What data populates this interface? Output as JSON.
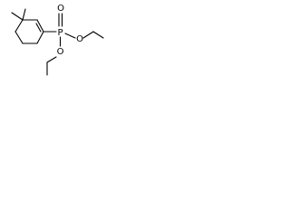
{
  "molecule": {
    "atoms": {
      "phosphorus": "P",
      "oxygen_double": "O",
      "oxygen_ester_1": "O",
      "oxygen_ester_2": "O"
    }
  },
  "colors": {
    "bond": "#000000",
    "background": "#ffffff"
  }
}
